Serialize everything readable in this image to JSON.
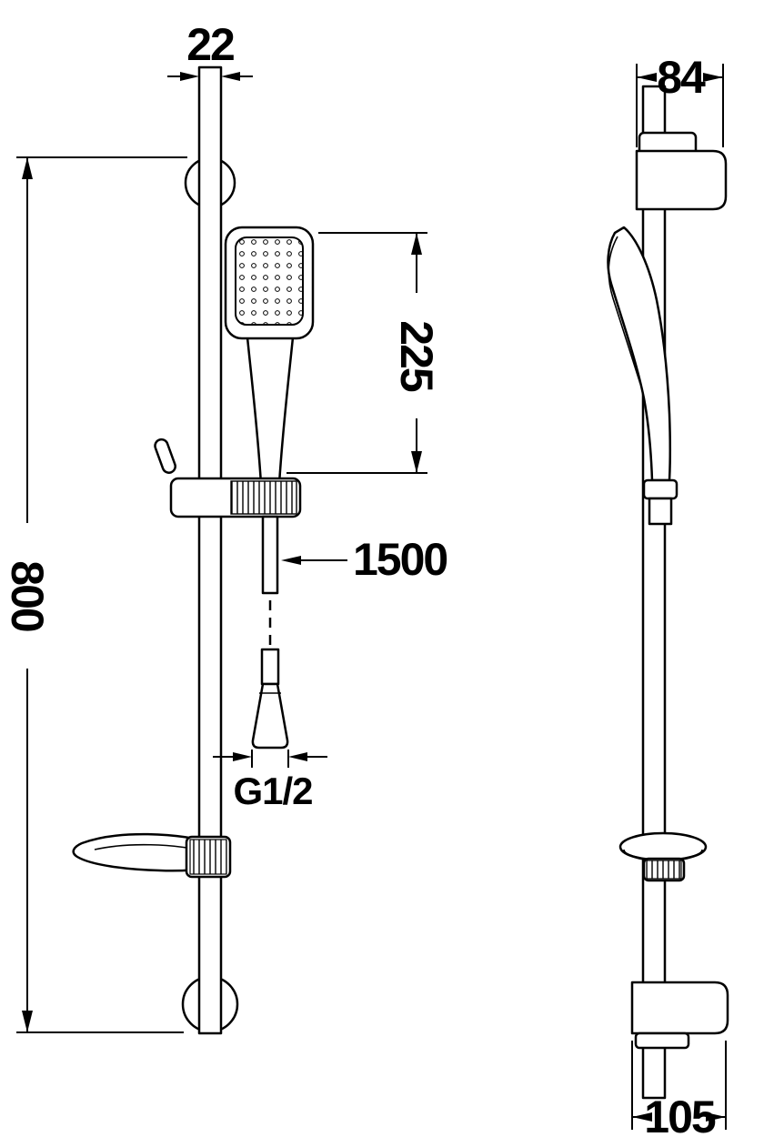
{
  "dimensions": {
    "rail_width": "22",
    "overall_height": "800",
    "handshower_length": "225",
    "hose_length": "1500",
    "connector_thread": "G1/2",
    "bracket_top_width": "84",
    "bracket_bottom_width": "105"
  }
}
